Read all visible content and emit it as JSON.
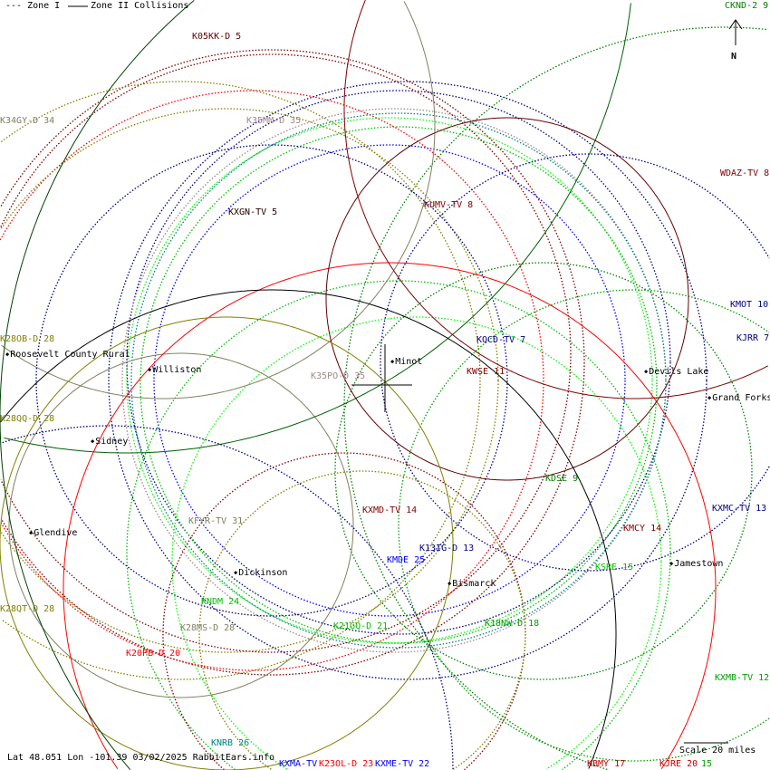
{
  "legend": {
    "zone1": "--- Zone I",
    "zone2": "Zone II Collisions"
  },
  "compass": {
    "label": "N"
  },
  "footer": {
    "coords": "Lat 48.051 Lon -101.39 03/02/2025 RabbitEars.info",
    "scale": "Scale 20 miles"
  },
  "stations": [
    {
      "id": "k05kk",
      "label": "K05KK-D 5",
      "color": "#600000"
    },
    {
      "id": "k34gy",
      "label": "K34GY-D 34",
      "color": "#808060"
    },
    {
      "id": "k35mm",
      "label": "K35MM-D 35",
      "color": "#a08888"
    },
    {
      "id": "cknd",
      "label": "CKND-2 9",
      "color": "#008000"
    },
    {
      "id": "wdaz",
      "label": "WDAZ-TV 8",
      "color": "#800000"
    },
    {
      "id": "kumv",
      "label": "KUMV-TV 8",
      "color": "#800000"
    },
    {
      "id": "kxgn",
      "label": "KXGN-TV 5",
      "color": "#200000"
    },
    {
      "id": "kmot",
      "label": "KMOT 10",
      "color": "#000080"
    },
    {
      "id": "k28ob",
      "label": "K28OB-D 28",
      "color": "#808000"
    },
    {
      "id": "kqcd",
      "label": "KQCD-TV 7",
      "color": "#000080"
    },
    {
      "id": "kjrr",
      "label": "KJRR 7",
      "color": "#000080"
    },
    {
      "id": "kwse",
      "label": "KWSE 11",
      "color": "#800000"
    },
    {
      "id": "k35po",
      "label": "K35PO-D 35",
      "color": "#a08888"
    },
    {
      "id": "k28qq",
      "label": "K28QQ-D 28",
      "color": "#808000"
    },
    {
      "id": "kdse",
      "label": "KDSE 9",
      "color": "#008000"
    },
    {
      "id": "kxmc",
      "label": "KXMC-TV 13",
      "color": "#000080"
    },
    {
      "id": "kfyr",
      "label": "KFYR-TV 31",
      "color": "#808060"
    },
    {
      "id": "kxmd",
      "label": "KXMD-TV 14",
      "color": "#800000"
    },
    {
      "id": "kmcy",
      "label": "KMCY 14",
      "color": "#800000"
    },
    {
      "id": "k13ig",
      "label": "K13IG-D 13",
      "color": "#000080"
    },
    {
      "id": "kmde",
      "label": "KMDE 25",
      "color": "#0000ff"
    },
    {
      "id": "ksre",
      "label": "KSRE 15",
      "color": "#00c000"
    },
    {
      "id": "kndm",
      "label": "KNDM 24",
      "color": "#00c000"
    },
    {
      "id": "k28qt",
      "label": "K28QT-D 28",
      "color": "#808000"
    },
    {
      "id": "k21gq",
      "label": "K21GQ-D 21",
      "color": "#00c000"
    },
    {
      "id": "k18nw",
      "label": "K18NW-D 18",
      "color": "#00a000"
    },
    {
      "id": "k28ms",
      "label": "K28MS-D 28",
      "color": "#808060"
    },
    {
      "id": "k20pb",
      "label": "K20PB-D 20",
      "color": "#ff0000"
    },
    {
      "id": "kxmb",
      "label": "KXMB-TV 12",
      "color": "#00a000"
    },
    {
      "id": "knrb",
      "label": "KNRB 26",
      "color": "#008080"
    },
    {
      "id": "kxme",
      "label": "KXME-TV 22",
      "color": "#0000ff"
    },
    {
      "id": "kxma",
      "label": "KXMA-TV",
      "color": "#0000ff"
    },
    {
      "id": "k23ol",
      "label": "K23OL-D 23",
      "color": "#ff0000"
    },
    {
      "id": "kbmy",
      "label": "KBMY 17",
      "color": "#c00000"
    },
    {
      "id": "kjre",
      "label": "KJRE 20",
      "color": "#c00000"
    },
    {
      "id": "n15",
      "label": "15",
      "color": "#00a000"
    }
  ],
  "cities": [
    {
      "id": "roosevelt",
      "label": "Roosevelt County Rural"
    },
    {
      "id": "minot",
      "label": "Minot"
    },
    {
      "id": "williston",
      "label": "Williston"
    },
    {
      "id": "devils",
      "label": "Devils Lake"
    },
    {
      "id": "grandforks",
      "label": "Grand Forks"
    },
    {
      "id": "sidney",
      "label": "Sidney"
    },
    {
      "id": "glendive",
      "label": "Glendive"
    },
    {
      "id": "jamestown",
      "label": "Jamestown"
    },
    {
      "id": "dickinson",
      "label": "Dickinson"
    },
    {
      "id": "bismarck",
      "label": "Bismarck"
    }
  ]
}
